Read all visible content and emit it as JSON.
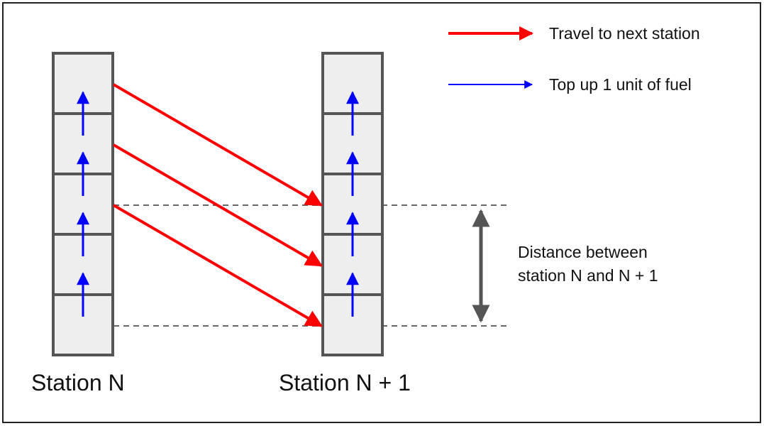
{
  "colors": {
    "travel": "#ff0000",
    "fuel": "#0000ff",
    "distance": "#555555"
  },
  "legend": {
    "travel_label": "Travel to next station",
    "fuel_label": "Top up 1 unit of fuel"
  },
  "stations": {
    "left_label": "Station N",
    "right_label": "Station N + 1",
    "cells_per_station": 5
  },
  "distance": {
    "line1": "Distance between",
    "line2": "station N and N + 1"
  }
}
